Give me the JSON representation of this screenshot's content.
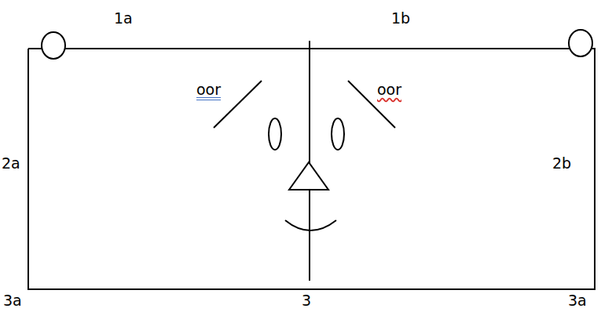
{
  "diagram": {
    "labels": [
      "1a",
      "1b",
      "oor",
      "oor",
      "2a",
      "2b",
      "3a",
      "3",
      "3a"
    ]
  }
}
